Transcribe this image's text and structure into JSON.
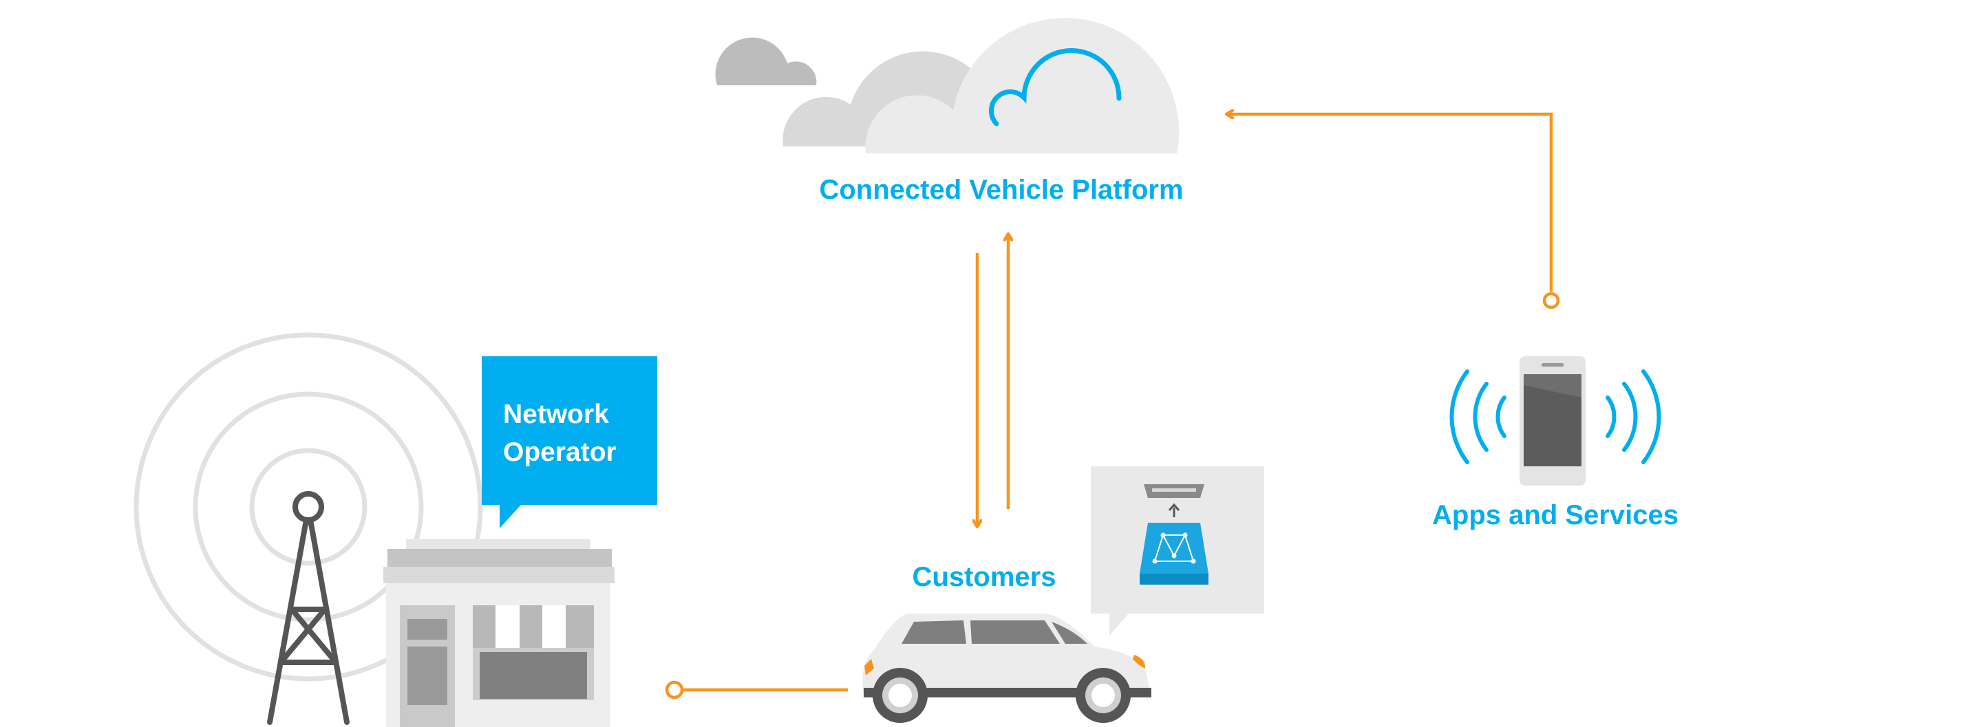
{
  "labels": {
    "platform": "Connected Vehicle Platform",
    "network_line1": "Network",
    "network_line2": "Operator",
    "customers": "Customers",
    "apps": "Apps and Services"
  },
  "colors": {
    "brand_blue": "#00aeef",
    "flow_orange": "#f7941d",
    "cloud_light": "#e9e9e9",
    "cloud_mid": "#d9d9d9",
    "cloud_dark": "#b9b9b9",
    "ring_gray": "#e1e1e1",
    "tower_gray": "#555555"
  },
  "icons": {
    "platform": "cloud-icon",
    "network_operator": "cell-tower-icon",
    "store": "storefront-icon",
    "customers": "car-icon",
    "device": "obd-dongle-icon",
    "apps": "smartphone-icon"
  }
}
